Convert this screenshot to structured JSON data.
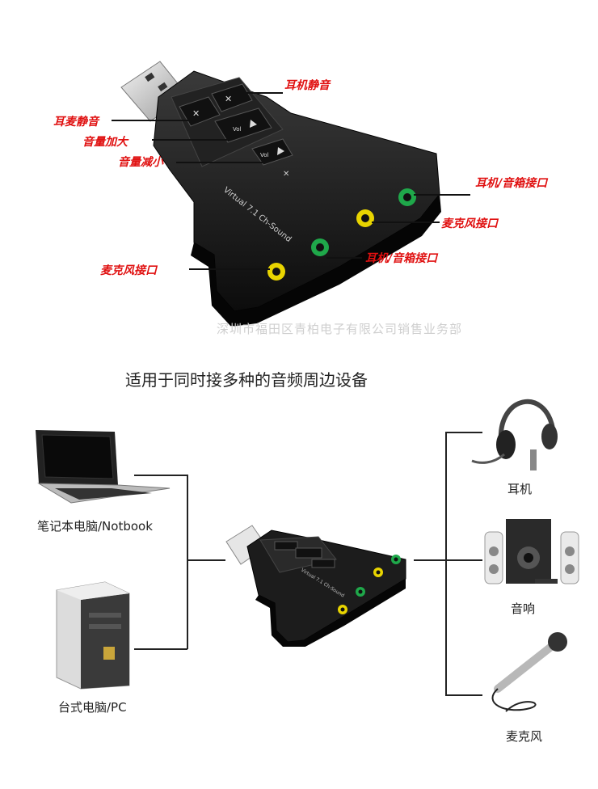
{
  "callouts": {
    "headphone_mute": "耳机静音",
    "mic_mute": "耳麦静音",
    "vol_up": "音量加大",
    "vol_down": "音量减小",
    "headphone_port_right": "耳机/音箱接口",
    "mic_port_right": "麦克风接口",
    "headphone_port_lower": "耳机/音箱接口",
    "mic_port_left": "麦克风接口"
  },
  "device": {
    "brand_text": "Virtual 7.1 Ch-Sound",
    "vol_button_label": "Vol"
  },
  "watermark": "深圳市福田区青柏电子有限公司销售业务部",
  "heading": "适用于同时接多种的音频周边设备",
  "left_devices": [
    {
      "label": "笔记本电脑/Notbook",
      "icon": "laptop-icon"
    },
    {
      "label": "台式电脑/PC",
      "icon": "desktop-pc-icon"
    }
  ],
  "right_devices": [
    {
      "label": "耳机",
      "icon": "headset-icon"
    },
    {
      "label": "音响",
      "icon": "speakers-icon"
    },
    {
      "label": "麦克风",
      "icon": "microphone-icon"
    }
  ],
  "colors": {
    "callout_red": "#e01010",
    "mic_jack": "#e8d400",
    "headphone_jack": "#1fa84a",
    "device_body": "#1a1a1a"
  }
}
